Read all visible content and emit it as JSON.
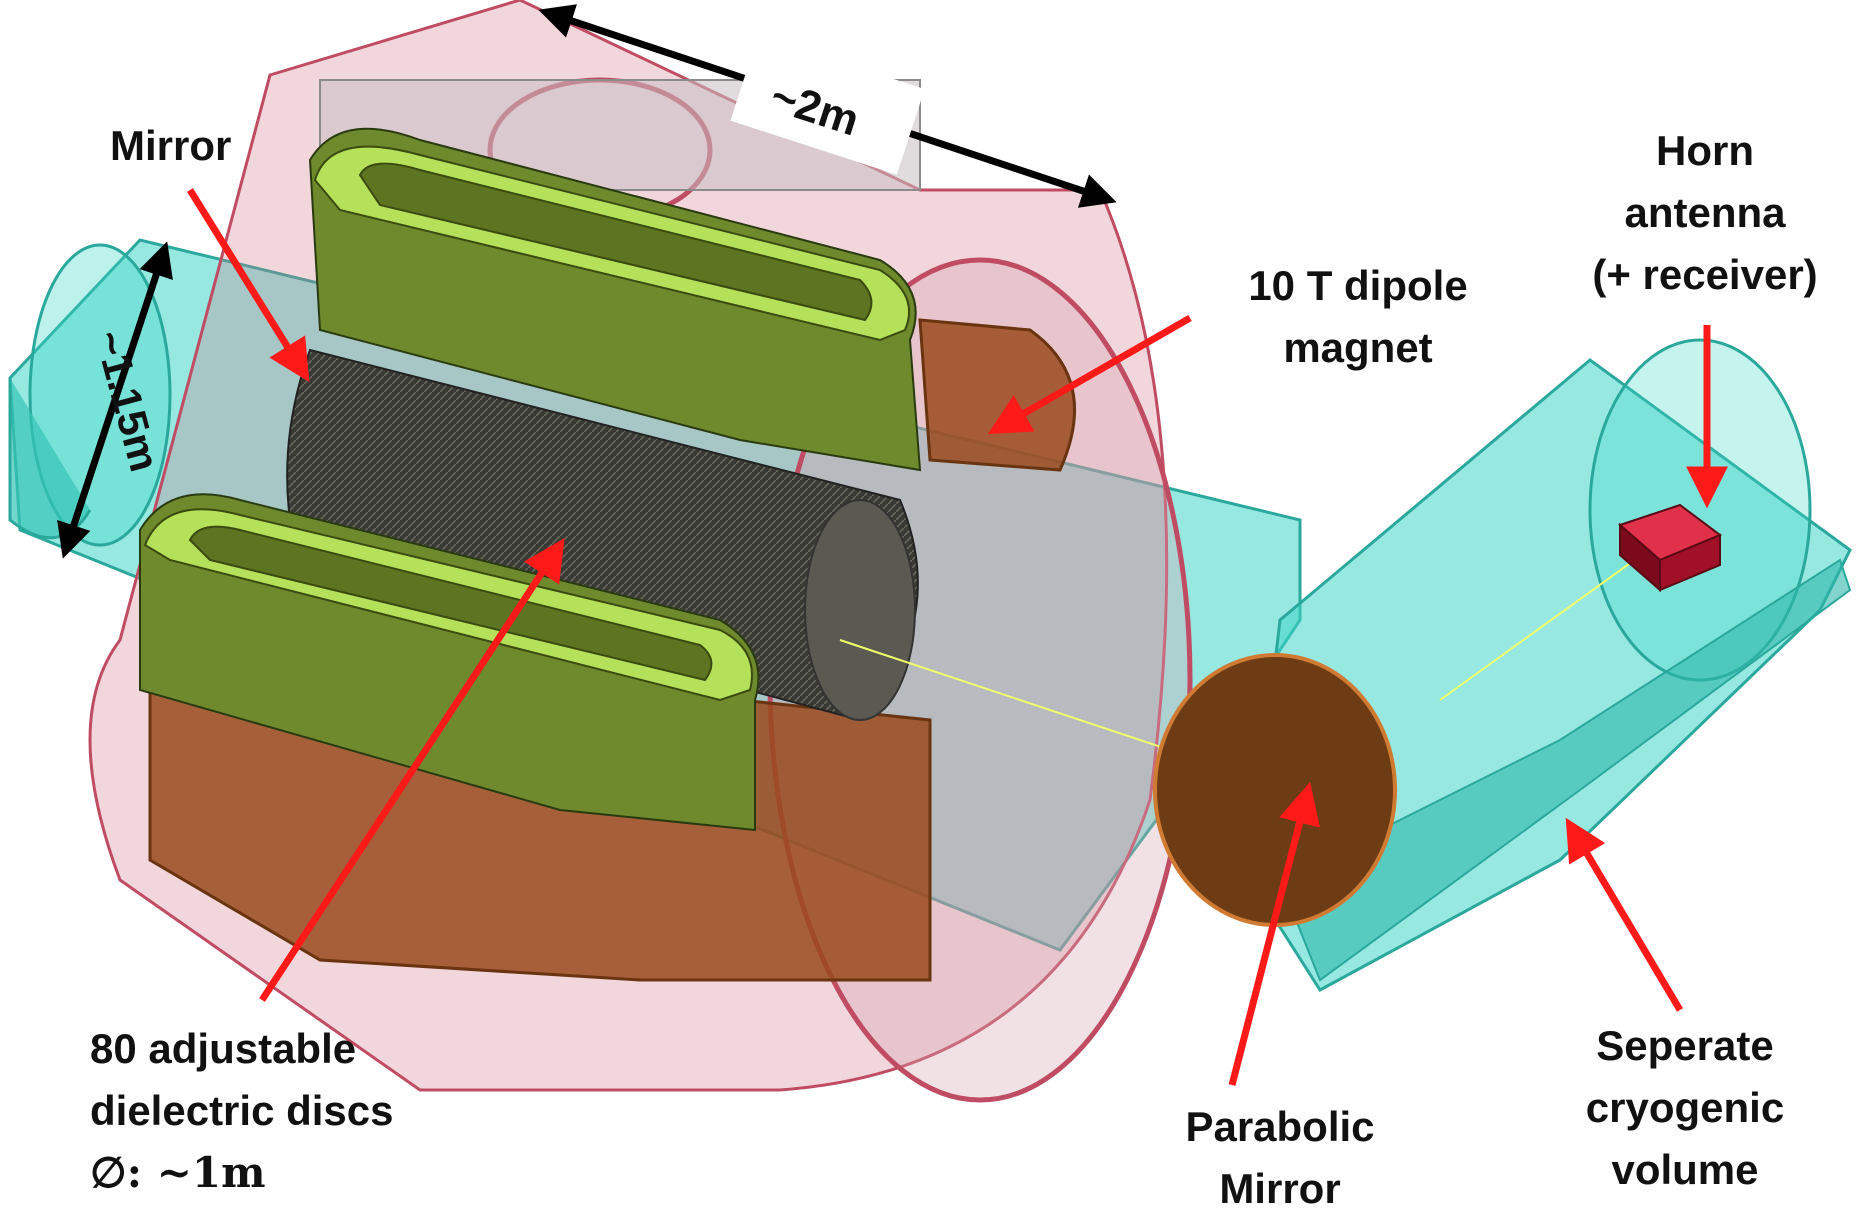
{
  "labels": {
    "mirror": "Mirror",
    "length": "~2m",
    "diameter": "~1.15m",
    "dipole_line1": "10 T dipole",
    "dipole_line2": "magnet",
    "horn_line1": "Horn",
    "horn_line2": "antenna",
    "horn_line3": "(+ receiver)",
    "discs_line1": "80 adjustable",
    "discs_line2": "dielectric discs",
    "discs_line3": "∅: ~1m",
    "parabolic_line1": "Parabolic",
    "parabolic_line2": "Mirror",
    "cryo_line1": "Seperate",
    "cryo_line2": "cryogenic",
    "cryo_line3": "volume"
  },
  "colors": {
    "tube": "#3fd6c8",
    "coil": "#6e8a2c",
    "coil_rim": "#b5e05a",
    "copper": "#9a4a1c",
    "cryostat": "#d07888",
    "pointer": "#ff1a1a",
    "mirror_disc": "#6e3c14",
    "horn": "#cc1a3a"
  }
}
